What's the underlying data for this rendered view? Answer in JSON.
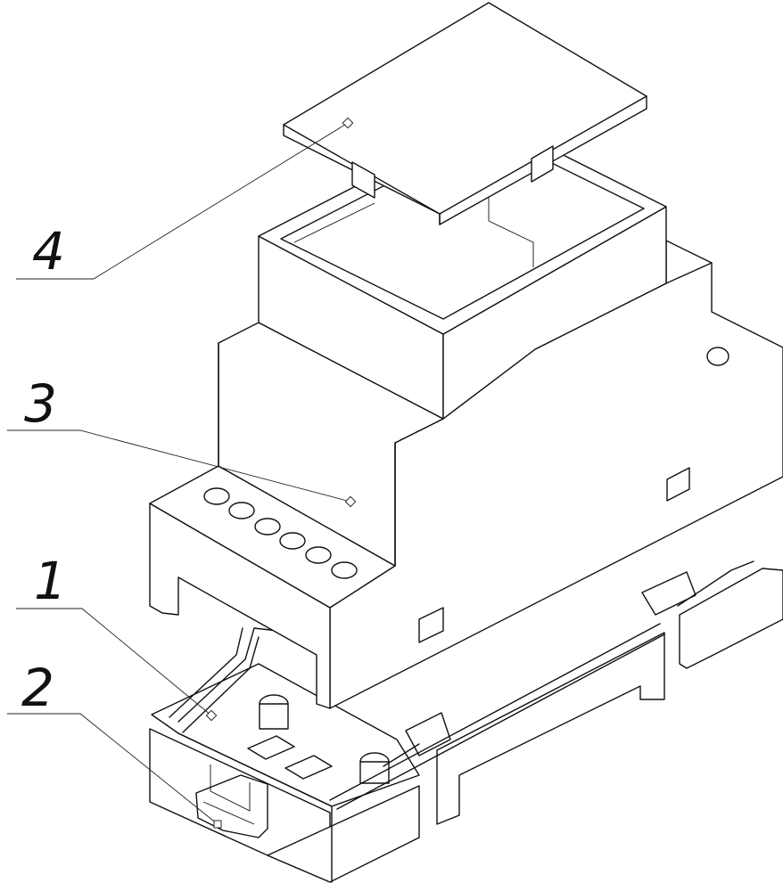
{
  "labels": [
    {
      "id": "4",
      "text": "4"
    },
    {
      "id": "3",
      "text": "3"
    },
    {
      "id": "1",
      "text": "1"
    },
    {
      "id": "2",
      "text": "2"
    }
  ]
}
